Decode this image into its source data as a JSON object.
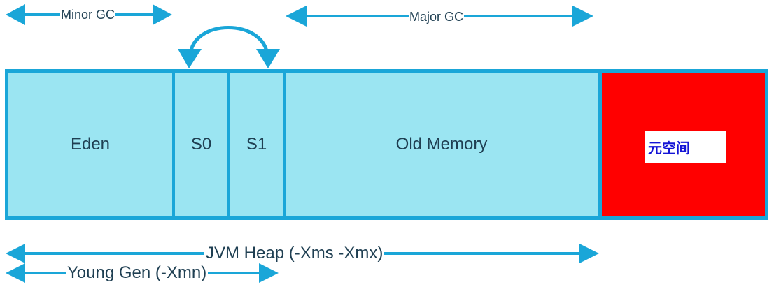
{
  "arrows": {
    "minor_gc": "Minor GC",
    "major_gc": "Major GC",
    "jvm_heap": "JVM Heap (-Xms -Xmx)",
    "young_gen": "Young Gen (-Xmn)"
  },
  "regions": {
    "eden": "Eden",
    "s0": "S0",
    "s1": "S1",
    "old_memory": "Old Memory",
    "metaspace": "元空间"
  },
  "colors": {
    "arrow": "#1aa6d8",
    "heap_fill": "#9be5f2",
    "metaspace_fill": "#ff0000",
    "metaspace_text": "#1414d6",
    "text": "#1f3f52"
  }
}
